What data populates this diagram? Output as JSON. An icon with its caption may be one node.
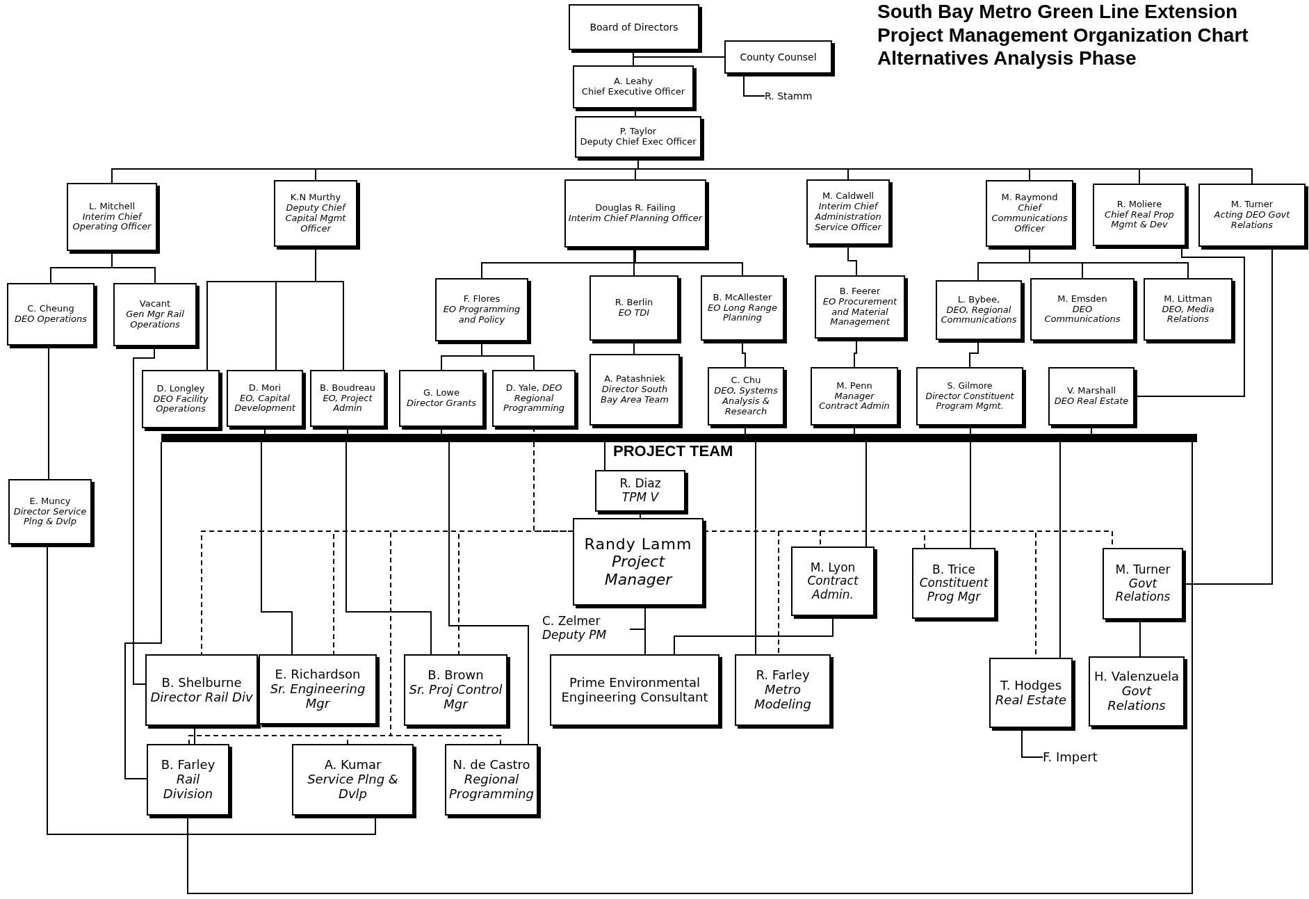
{
  "diagram": {
    "title": "South Bay Metro Green Line Extension Project Management Organization Chart Alternatives Analysis Phase",
    "nodes": [
      {
        "text": [
          "Board of Directors"
        ]
      },
      {
        "text": [
          "County Counsel"
        ]
      },
      {
        "text": [
          "R. Stamm"
        ]
      },
      {
        "text": [
          "A. Leahy",
          "Chief Executive Officer"
        ]
      },
      {
        "text": [
          "P. Taylor",
          "Deputy Chief Exec Officer"
        ]
      },
      {
        "text": [
          "L. Mitchell",
          "Interim Chief Operating Officer"
        ]
      },
      {
        "text": [
          "K.N Murthy",
          "Deputy Chief Capital Mgmt Officer"
        ]
      },
      {
        "text": [
          "Douglas R. Failing",
          "Interim Chief Planning Officer"
        ]
      },
      {
        "text": [
          "M. Caldwell",
          "Interim Chief Administration Service Officer"
        ]
      },
      {
        "text": [
          "M. Raymond",
          "Chief Communications Officer"
        ]
      },
      {
        "text": [
          "R. Moliere",
          "Chief Real Prop Mgmt & Dev"
        ]
      },
      {
        "text": [
          "M. Turner",
          "Acting DEO Govt Relations"
        ]
      },
      {
        "text": [
          "C. Cheung",
          "DEO Operations"
        ]
      },
      {
        "text": [
          "Vacant",
          "Gen Mgr Rail Operations"
        ]
      },
      {
        "text": [
          "F. Flores",
          "EO Programming and Policy"
        ]
      },
      {
        "text": [
          "R. Berlin",
          "EO TDI"
        ]
      },
      {
        "text": [
          "B. McAllester",
          "EO Long Range Planning"
        ]
      },
      {
        "text": [
          "B. Feerer",
          "EO Procurement and Material Management"
        ]
      },
      {
        "text": [
          "L. Bybee,",
          "DEO, Regional Communications"
        ]
      },
      {
        "text": [
          "M. Emsden",
          "DEO Communications"
        ]
      },
      {
        "text": [
          "M. Littman",
          "DEO, Media Relations"
        ]
      },
      {
        "text": [
          "D. Longley",
          "DEO Facility Operations"
        ]
      },
      {
        "text": [
          "D. Mori",
          "EO, Capital Development"
        ]
      },
      {
        "text": [
          "B. Boudreau",
          "EO, Project Admin"
        ]
      },
      {
        "text": [
          "G. Lowe",
          "Director Grants"
        ]
      },
      {
        "text": [
          "D. Yale, *DEO*",
          "Regional Programming"
        ]
      },
      {
        "text": [
          "A. Patashniek",
          "Director South Bay Area Team"
        ]
      },
      {
        "text": [
          "C. Chu",
          "DEO, Systems Analysis & Research"
        ]
      },
      {
        "text": [
          "M. Penn",
          "Manager Contract Admin"
        ]
      },
      {
        "text": [
          "S. Gilmore",
          "Director Constituent Program Mgmt."
        ]
      },
      {
        "text": [
          "V. Marshall",
          "DEO Real Estate"
        ]
      },
      {
        "text": [
          "E. Muncy",
          "Director Service Plng & Dvlp"
        ]
      },
      {
        "text": [
          "PROJECT TEAM"
        ]
      },
      {
        "text": [
          "R. Diaz",
          "TPM V"
        ]
      },
      {
        "text": [
          "Randy Lamm",
          "Project Manager"
        ]
      },
      {
        "text": [
          "C. Zelmer",
          "Deputy PM"
        ]
      },
      {
        "text": [
          "M. Lyon",
          "Contract Admin."
        ]
      },
      {
        "text": [
          "B. Trice",
          "Constituent Prog Mgr"
        ]
      },
      {
        "text": [
          "M. Turner",
          "Govt Relations"
        ]
      },
      {
        "text": [
          "B. Shelburne",
          "Director Rail Div"
        ]
      },
      {
        "text": [
          "E. Richardson",
          "Sr. Engineering Mgr"
        ]
      },
      {
        "text": [
          "B. Brown",
          "Sr. Proj Control Mgr"
        ]
      },
      {
        "text": [
          "Prime Environmental Engineering Consultant"
        ]
      },
      {
        "text": [
          "R. Farley",
          "Metro Modeling"
        ]
      },
      {
        "text": [
          "T. Hodges",
          "Real Estate"
        ]
      },
      {
        "text": [
          "H. Valenzuela",
          "Govt Relations"
        ]
      },
      {
        "text": [
          "B. Farley",
          "Rail Division"
        ]
      },
      {
        "text": [
          "A. Kumar",
          "Service Plng & Dvlp"
        ]
      },
      {
        "text": [
          "N. de Castro",
          "Regional Programming"
        ]
      },
      {
        "text": [
          "F. Impert"
        ]
      }
    ],
    "edges": [
      {
        "from": 0,
        "to": 3,
        "arrow": "none"
      },
      {
        "from": 3,
        "to": 1,
        "arrow": "none"
      },
      {
        "from": 1,
        "to": 2,
        "arrow": "none"
      },
      {
        "from": 3,
        "to": 4,
        "arrow": "none"
      },
      {
        "from": 4,
        "to": 5,
        "arrow": "none"
      },
      {
        "from": 4,
        "to": 6,
        "arrow": "none"
      },
      {
        "from": 4,
        "to": 7,
        "arrow": "none"
      },
      {
        "from": 4,
        "to": 8,
        "arrow": "none"
      },
      {
        "from": 4,
        "to": 9,
        "arrow": "none"
      },
      {
        "from": 4,
        "to": 10,
        "arrow": "none"
      },
      {
        "from": 4,
        "to": 11,
        "arrow": "none"
      },
      {
        "from": 5,
        "to": 12,
        "arrow": "none"
      },
      {
        "from": 5,
        "to": 13,
        "arrow": "none"
      },
      {
        "from": 6,
        "to": 21,
        "arrow": "none"
      },
      {
        "from": 6,
        "to": 22,
        "arrow": "none"
      },
      {
        "from": 6,
        "to": 23,
        "arrow": "none"
      },
      {
        "from": 7,
        "to": 14,
        "arrow": "none"
      },
      {
        "from": 7,
        "to": 15,
        "arrow": "none"
      },
      {
        "from": 7,
        "to": 16,
        "arrow": "none"
      },
      {
        "from": 8,
        "to": 17,
        "arrow": "none"
      },
      {
        "from": 9,
        "to": 18,
        "arrow": "none"
      },
      {
        "from": 9,
        "to": 19,
        "arrow": "none"
      },
      {
        "from": 9,
        "to": 20,
        "arrow": "none"
      },
      {
        "from": 14,
        "to": 24,
        "arrow": "none"
      },
      {
        "from": 14,
        "to": 25,
        "arrow": "none"
      },
      {
        "from": 15,
        "to": 26,
        "arrow": "none"
      },
      {
        "from": 16,
        "to": 27,
        "arrow": "none"
      },
      {
        "from": 17,
        "to": 28,
        "arrow": "none"
      },
      {
        "from": 18,
        "to": 29,
        "arrow": "none"
      },
      {
        "from": 10,
        "to": 30,
        "arrow": "none"
      },
      {
        "from": 11,
        "to": 38,
        "arrow": "none"
      },
      {
        "from": 12,
        "to": 31,
        "arrow": "none"
      },
      {
        "from": 13,
        "to": 39,
        "arrow": "none"
      },
      {
        "from": 31,
        "to": 47,
        "arrow": "none"
      },
      {
        "from": 22,
        "to": 32,
        "arrow": "none"
      },
      {
        "from": 23,
        "to": 32,
        "arrow": "none"
      },
      {
        "from": 24,
        "to": 32,
        "arrow": "none"
      },
      {
        "from": 27,
        "to": 32,
        "arrow": "none"
      },
      {
        "from": 28,
        "to": 32,
        "arrow": "none"
      },
      {
        "from": 30,
        "to": 32,
        "arrow": "none"
      },
      {
        "from": 32,
        "to": 33,
        "arrow": "none"
      },
      {
        "from": 32,
        "to": 40,
        "arrow": "none"
      },
      {
        "from": 32,
        "to": 41,
        "arrow": "none"
      },
      {
        "from": 32,
        "to": 48,
        "arrow": "none"
      },
      {
        "from": 32,
        "to": 43,
        "arrow": "none"
      },
      {
        "from": 32,
        "to": 36,
        "arrow": "none"
      },
      {
        "from": 32,
        "to": 44,
        "arrow": "none"
      },
      {
        "from": 32,
        "to": 46,
        "arrow": "none"
      },
      {
        "from": 46,
        "to": 32,
        "arrow": "none"
      },
      {
        "from": 29,
        "to": 32,
        "arrow": "none"
      },
      {
        "from": 33,
        "to": 34,
        "arrow": "none"
      },
      {
        "from": 34,
        "to": 42,
        "arrow": "none"
      },
      {
        "from": 34,
        "to": 35,
        "arrow": "none"
      },
      {
        "from": 36,
        "to": 42,
        "arrow": "none"
      },
      {
        "from": 39,
        "to": 46,
        "arrow": "none"
      },
      {
        "from": 38,
        "to": 45,
        "arrow": "none"
      },
      {
        "from": 44,
        "to": 49,
        "arrow": "none"
      },
      {
        "from": 25,
        "to": 32,
        "arrow": "none",
        "style": "dashed"
      },
      {
        "from": 34,
        "to": 39,
        "arrow": "none",
        "style": "dashed"
      },
      {
        "from": 34,
        "to": 40,
        "arrow": "none",
        "style": "dashed"
      },
      {
        "from": 34,
        "to": 41,
        "arrow": "none",
        "style": "dashed"
      },
      {
        "from": 34,
        "to": 36,
        "arrow": "none",
        "style": "dashed"
      },
      {
        "from": 34,
        "to": 43,
        "arrow": "none",
        "style": "dashed"
      },
      {
        "from": 34,
        "to": 37,
        "arrow": "none",
        "style": "dashed"
      },
      {
        "from": 34,
        "to": 44,
        "arrow": "none",
        "style": "dashed"
      },
      {
        "from": 34,
        "to": 38,
        "arrow": "none",
        "style": "dashed"
      },
      {
        "from": 34,
        "to": 46,
        "arrow": "none",
        "style": "dashed"
      },
      {
        "from": 34,
        "to": 47,
        "arrow": "none",
        "style": "dashed"
      },
      {
        "from": 34,
        "to": 48,
        "arrow": "none",
        "style": "dashed"
      },
      {
        "from": 32,
        "to": 37,
        "arrow": "none"
      },
      {
        "from": 32,
        "to": 34,
        "arrow": "none",
        "style": "dashed"
      }
    ]
  }
}
